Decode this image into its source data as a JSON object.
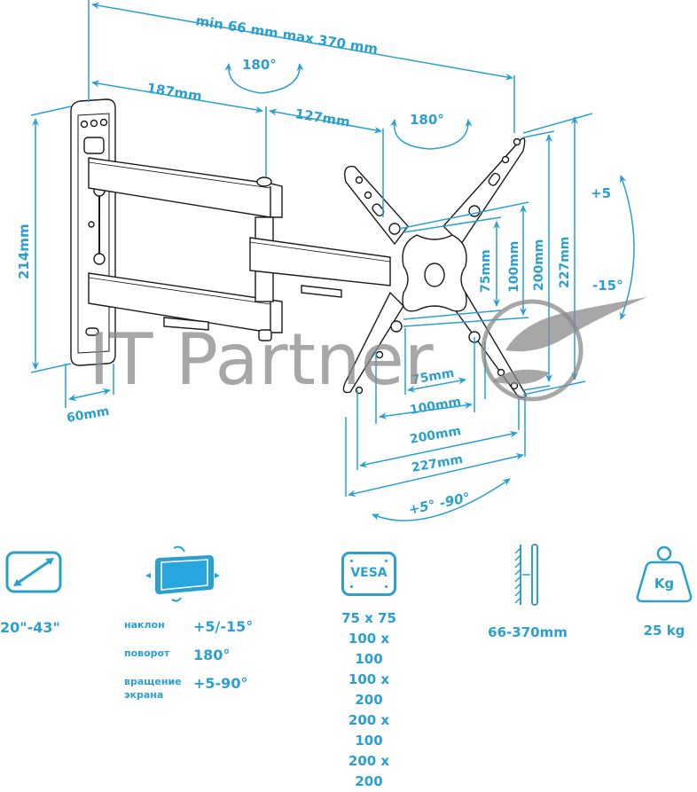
{
  "diagram": {
    "title_dimension": "min 66 mm max 370 mm",
    "arm_segment_1": "187mm",
    "arm_segment_2": "127mm",
    "swivel_1": "180°",
    "swivel_2": "180°",
    "wall_plate_height": "214mm",
    "wall_plate_depth": "60mm",
    "vesa_vertical": [
      "75mm",
      "100mm",
      "200mm",
      "227mm"
    ],
    "vesa_horizontal": [
      "75mm",
      "100mm",
      "200mm",
      "227mm"
    ],
    "tilt_up": "+5",
    "tilt_down": "-15°",
    "rotation": "+5° -90°",
    "watermark": "IT Partner"
  },
  "specs": {
    "screen_size": {
      "icon": "diagonal-arrows-icon",
      "value": "20\"-43\""
    },
    "movement": {
      "icon": "tilt-swivel-screen-icon",
      "rows": [
        {
          "label": "наклон",
          "value": "+5/-15°"
        },
        {
          "label": "поворот",
          "value": "180°"
        },
        {
          "label": "вращение экрана",
          "value": "+5-90°"
        }
      ]
    },
    "vesa": {
      "icon": "vesa-icon",
      "icon_label": "VESA",
      "values": [
        "75 x 75",
        "100 x 100",
        "100 x 200",
        "200 x 100",
        "200 x 200"
      ]
    },
    "wall_distance": {
      "icon": "wall-distance-icon",
      "value": "66-370mm"
    },
    "max_load": {
      "icon": "weight-icon",
      "icon_label": "Kg",
      "value": "25 kg"
    }
  },
  "colors": {
    "accent": "#2a9fd0",
    "line": "#1a1a1a",
    "watermark": "#8a8a8a"
  }
}
